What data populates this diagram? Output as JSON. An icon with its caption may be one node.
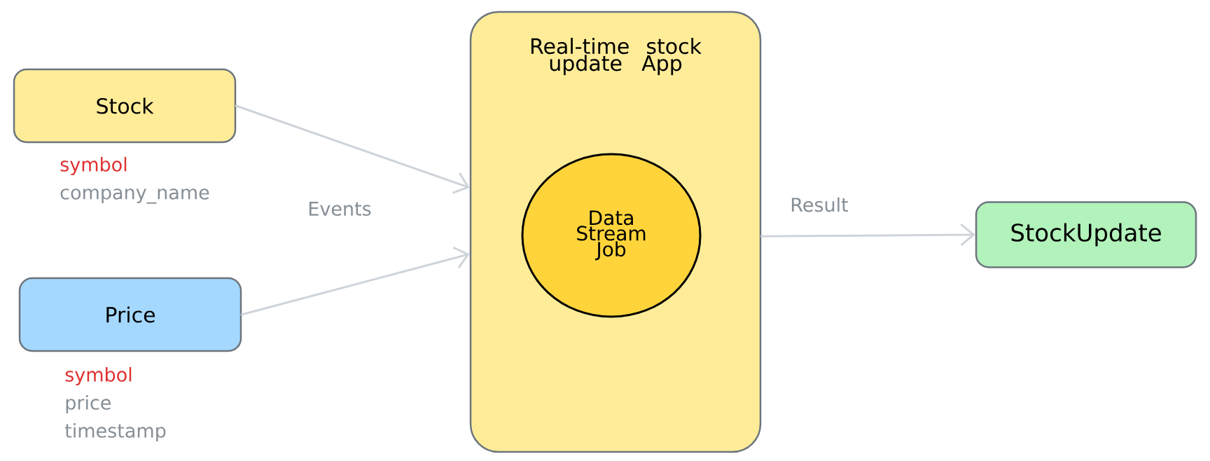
{
  "diagram": {
    "nodes": [
      {
        "text": [
          "Stock"
        ],
        "beside": [
          "symbol",
          "company_name"
        ]
      },
      {
        "text": [
          "Price"
        ],
        "beside": [
          "symbol",
          "price",
          "timestamp"
        ]
      },
      {
        "text": [
          "Real-time stock update App"
        ]
      },
      {
        "text": [
          "Data Stream Job"
        ],
        "in": 2
      },
      {
        "text": [
          "StockUpdate"
        ]
      }
    ],
    "edges": [
      {
        "from": 0,
        "to": 2,
        "arrow": "to"
      },
      {
        "from": 1,
        "to": 2,
        "arrow": "to"
      },
      {
        "from": 2,
        "to": 4,
        "arrow": "to",
        "label": "Result"
      }
    ],
    "labels": [
      "Events"
    ]
  }
}
